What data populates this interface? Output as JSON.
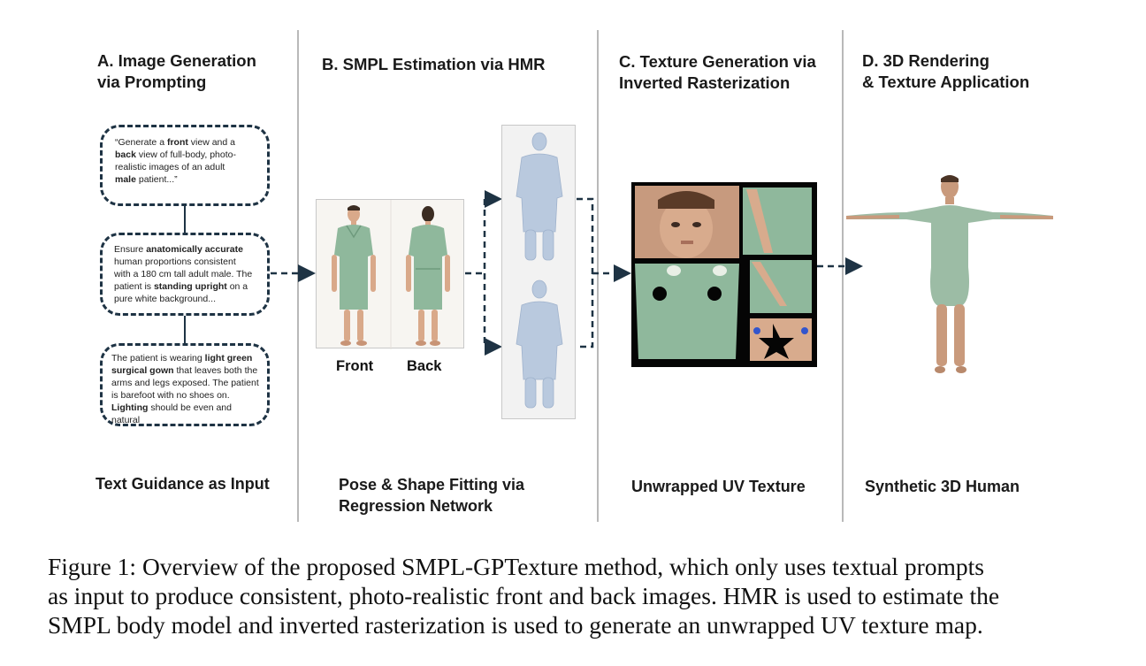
{
  "columns": {
    "a": {
      "heading": [
        "A. Image Generation",
        "via Prompting"
      ],
      "bottom": [
        "Text Guidance as Input"
      ]
    },
    "b": {
      "heading": [
        "B. SMPL Estimation via HMR"
      ],
      "bottom": [
        "Pose & Shape Fitting via",
        "Regression Network"
      ]
    },
    "c": {
      "heading": [
        "C. Texture Generation via",
        "Inverted Rasterization"
      ],
      "bottom": [
        "Unwrapped UV Texture"
      ]
    },
    "d": {
      "heading": [
        "D. 3D Rendering",
        "& Texture Application"
      ],
      "bottom": [
        "Synthetic 3D Human"
      ]
    }
  },
  "prompts": {
    "p1": {
      "l1a": "“Generate a ",
      "l1b": "front",
      "l1c": " view and a",
      "l2a": "back",
      "l2b": " view of full-body, photo-",
      "l3": "realistic images of an adult",
      "l4a": "male",
      "l4b": " patient...”"
    },
    "p2": {
      "l1a": "Ensure ",
      "l1b": "anatomically accurate",
      "l2": "human proportions consistent",
      "l3": "with a 180 cm tall adult male. The",
      "l4a": "patient is ",
      "l4b": "standing upright",
      "l4c": " on a",
      "l5": "pure white background..."
    },
    "p3": {
      "l1a": "The patient is wearing ",
      "l1b": "light green",
      "l2a": "surgical gown",
      "l2b": " that leaves both the",
      "l3": "arms and legs exposed. The patient",
      "l4": "is barefoot with no shoes on.",
      "l5a": "Lighting",
      "l5b": " should be even and",
      "l6": "natural"
    }
  },
  "photo_labels": {
    "front": "Front",
    "back": "Back"
  },
  "caption": [
    "Figure 1: Overview of the proposed SMPL-GPTexture method, which only uses textual prompts",
    "as input to produce consistent, photo-realistic front and back images. HMR is used to estimate the",
    "SMPL body model and inverted rasterization is used to generate an unwrapped UV texture map."
  ],
  "colors": {
    "gown": "#8fb89c",
    "skin": "#d9a98a",
    "smpl": "#b9c9de",
    "dashed": "#1e3344",
    "divider": "#b9b9b9"
  }
}
